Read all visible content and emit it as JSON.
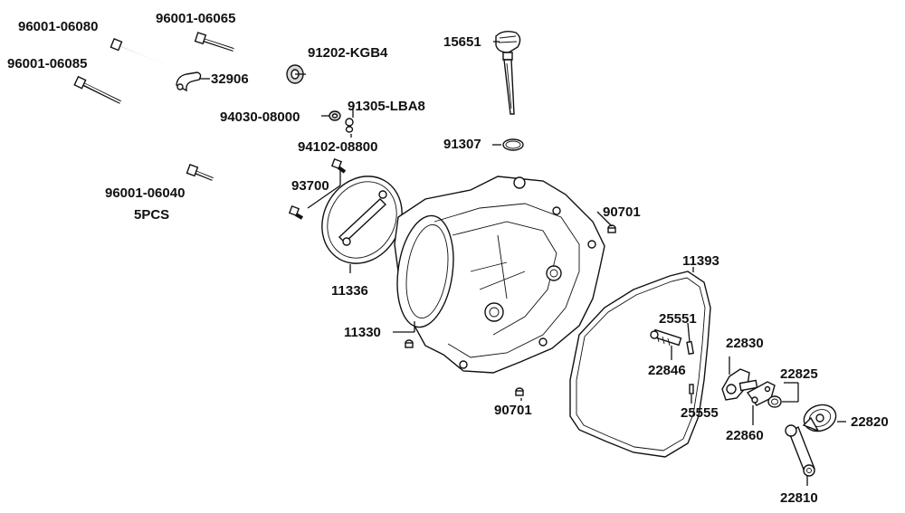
{
  "labels": {
    "p96001_06080": "96001-06080",
    "p96001_06065": "96001-06065",
    "p96001_06085": "96001-06085",
    "p32906": "32906",
    "p91202_KGB4": "91202-KGB4",
    "p15651": "15651",
    "p94030_08000": "94030-08000",
    "p91305_LBA8": "91305-LBA8",
    "p94102_08800": "94102-08800",
    "p91307": "91307",
    "p93700": "93700",
    "p96001_06040": "96001-06040",
    "qty_5pcs": "5PCS",
    "p90701_top": "90701",
    "p11336": "11336",
    "p11393": "11393",
    "p25551": "25551",
    "p11330": "11330",
    "p22830": "22830",
    "p22846": "22846",
    "p22825": "22825",
    "p90701_bottom": "90701",
    "p25555": "25555",
    "p22820": "22820",
    "p22860": "22860",
    "p22810": "22810"
  }
}
